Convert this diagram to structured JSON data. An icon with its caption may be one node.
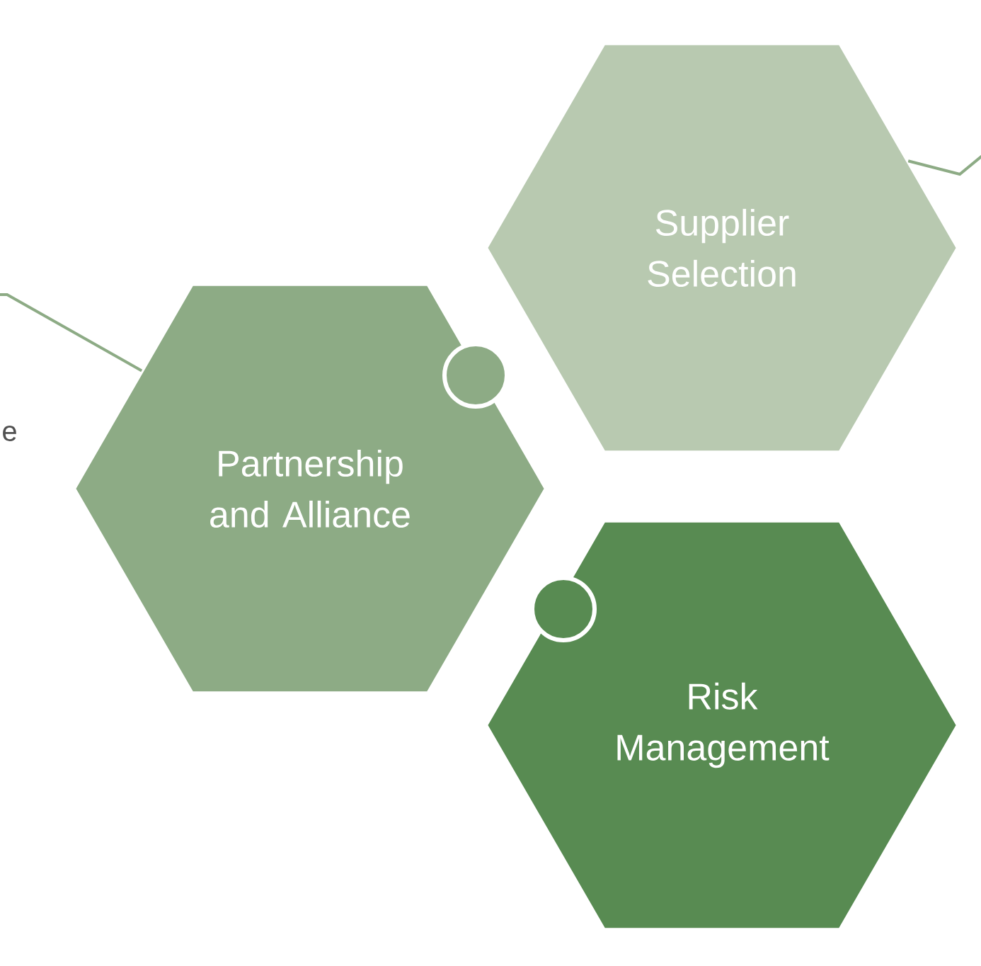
{
  "diagram": {
    "nodes": [
      {
        "text": [
          "Supplier Selection"
        ]
      },
      {
        "text": [
          "Partnership and Alliance"
        ]
      },
      {
        "text": [
          "Risk Management"
        ]
      }
    ],
    "edges": [
      {
        "from": null,
        "to": 1,
        "arrow": "none"
      },
      {
        "from": null,
        "to": 0,
        "arrow": "none"
      }
    ],
    "labels": [
      "e"
    ]
  }
}
